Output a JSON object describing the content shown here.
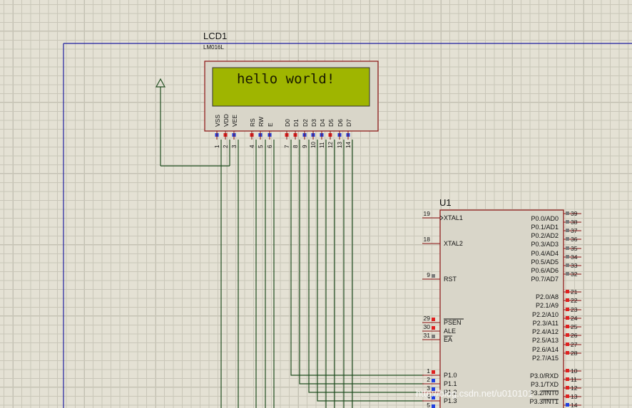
{
  "lcd": {
    "ref": "LCD1",
    "part": "LM016L",
    "display_text": "hello world!",
    "pin_labels": [
      "VSS",
      "VDD",
      "VEE",
      "RS",
      "RW",
      "E",
      "D0",
      "D1",
      "D2",
      "D3",
      "D4",
      "D5",
      "D6",
      "D7"
    ],
    "pin_numbers": [
      "1",
      "2",
      "3",
      "4",
      "5",
      "6",
      "7",
      "8",
      "9",
      "10",
      "11",
      "12",
      "13",
      "14"
    ]
  },
  "mcu": {
    "ref": "U1",
    "left_pins": [
      {
        "num": "19",
        "label": "XTAL1"
      },
      {
        "num": "18",
        "label": "XTAL2"
      },
      {
        "num": "9",
        "label": "RST"
      },
      {
        "num": "29",
        "label": "PSEN"
      },
      {
        "num": "30",
        "label": "ALE"
      },
      {
        "num": "31",
        "label": "EA"
      },
      {
        "num": "1",
        "label": "P1.0"
      },
      {
        "num": "2",
        "label": "P1.1"
      },
      {
        "num": "3",
        "label": "P1.2"
      },
      {
        "num": "4",
        "label": "P1.3"
      },
      {
        "num": "5",
        "label": ""
      }
    ],
    "right_pins": [
      {
        "num": "39",
        "label": "P0.0/AD0"
      },
      {
        "num": "38",
        "label": "P0.1/AD1"
      },
      {
        "num": "37",
        "label": "P0.2/AD2"
      },
      {
        "num": "36",
        "label": "P0.3/AD3"
      },
      {
        "num": "35",
        "label": "P0.4/AD4"
      },
      {
        "num": "34",
        "label": "P0.5/AD5"
      },
      {
        "num": "33",
        "label": "P0.6/AD6"
      },
      {
        "num": "32",
        "label": "P0.7/AD7"
      },
      {
        "num": "21",
        "label": "P2.0/A8"
      },
      {
        "num": "22",
        "label": "P2.1/A9"
      },
      {
        "num": "23",
        "label": "P2.2/A10"
      },
      {
        "num": "24",
        "label": "P2.3/A11"
      },
      {
        "num": "25",
        "label": "P2.4/A12"
      },
      {
        "num": "26",
        "label": "P2.5/A13"
      },
      {
        "num": "27",
        "label": "P2.6/A14"
      },
      {
        "num": "28",
        "label": "P2.7/A15"
      },
      {
        "num": "10",
        "label": "P3.0/RXD"
      },
      {
        "num": "11",
        "label": "P3.1/TXD"
      },
      {
        "num": "12",
        "label": "P3.2/INT0"
      },
      {
        "num": "13",
        "label": "P3.3/INT1"
      },
      {
        "num": "14",
        "label": ""
      }
    ]
  },
  "watermark": "http://blog.csdn.net/u010101",
  "colors": {
    "background": "#e4e1d4",
    "wire": "#1f4d1f",
    "border": "#1f1fa0",
    "component_outline": "#8a1010",
    "component_fill": "#d9d6c9",
    "lcd_screen": "#9fb500",
    "pin_red": "#e02020",
    "pin_blue": "#2040e0",
    "pin_gray": "#7a7a7a"
  }
}
